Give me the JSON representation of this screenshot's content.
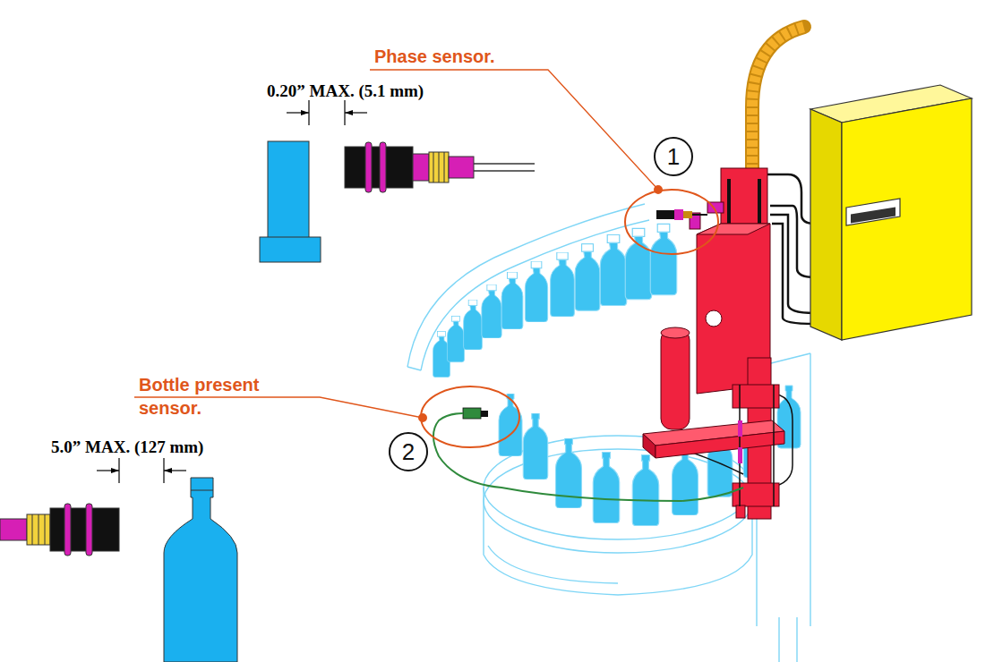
{
  "diagram": {
    "nodes": [
      {
        "text": [
          "1"
        ]
      },
      {
        "text": [
          "2"
        ]
      }
    ],
    "labels": [
      "Phase sensor.",
      "0.20” MAX. (5.1 mm)",
      "Bottle present sensor.",
      "5.0” MAX. (127 mm)"
    ]
  }
}
